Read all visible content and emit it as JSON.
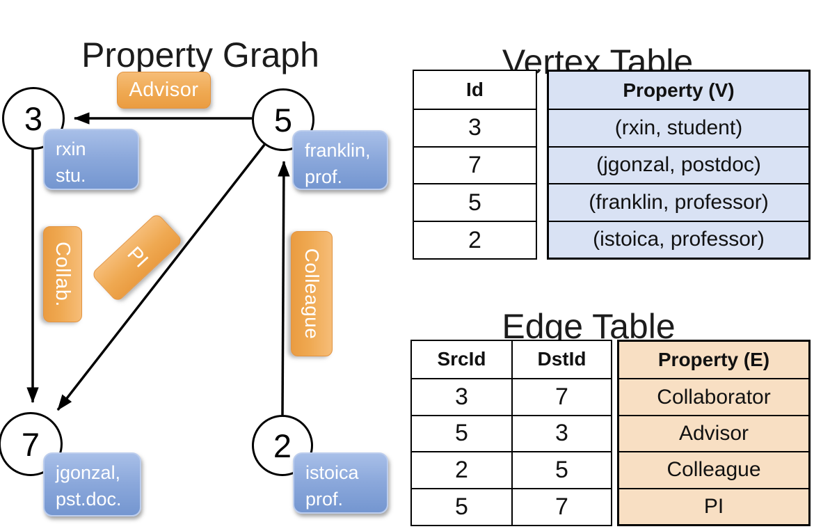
{
  "graph": {
    "title": "Property Graph",
    "vertices": [
      {
        "id": "3",
        "line1": "rxin",
        "line2": "stu."
      },
      {
        "id": "5",
        "line1": "franklin,",
        "line2": "prof."
      },
      {
        "id": "7",
        "line1": "jgonzal,",
        "line2": "pst.doc."
      },
      {
        "id": "2",
        "line1": "istoica",
        "line2": "prof."
      }
    ],
    "edge_labels": {
      "advisor": "Advisor",
      "collab": "Collab.",
      "pi": "PI",
      "colleague": "Colleague"
    }
  },
  "vertex_table": {
    "title": "Vertex Table",
    "columns": {
      "id": "Id",
      "property": "Property (V)"
    },
    "rows": [
      {
        "id": "3",
        "property": "(rxin, student)"
      },
      {
        "id": "7",
        "property": "(jgonzal, postdoc)"
      },
      {
        "id": "5",
        "property": "(franklin, professor)"
      },
      {
        "id": "2",
        "property": "(istoica, professor)"
      }
    ]
  },
  "edge_table": {
    "title": "Edge Table",
    "columns": {
      "src": "SrcId",
      "dst": "DstId",
      "property": "Property (E)"
    },
    "rows": [
      {
        "src": "3",
        "dst": "7",
        "property": "Collaborator"
      },
      {
        "src": "5",
        "dst": "3",
        "property": "Advisor"
      },
      {
        "src": "2",
        "dst": "5",
        "property": "Colleague"
      },
      {
        "src": "5",
        "dst": "7",
        "property": "PI"
      }
    ]
  },
  "colors": {
    "edge_label_fill": "#EFA952",
    "vertex_label_fill": "#85A3D8",
    "vertex_property_cell_fill": "#D9E2F4",
    "edge_property_cell_fill": "#F8DFC3",
    "line_stroke": "#000000",
    "label_text": "#FFFFFF"
  }
}
